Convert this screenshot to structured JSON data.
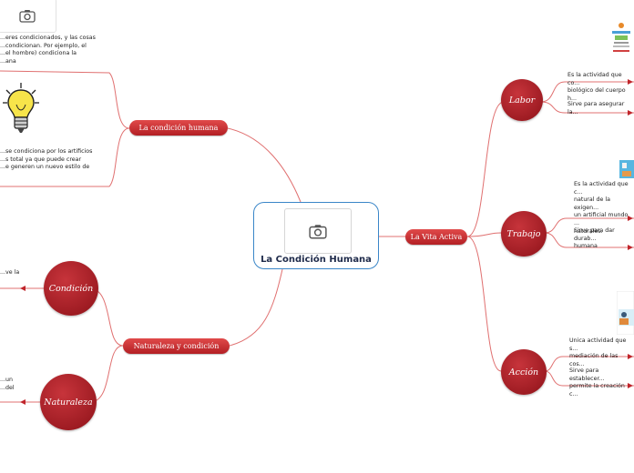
{
  "central": {
    "title": "La Condición Humana",
    "icon": "camera-icon"
  },
  "left_top": {
    "label": "La condición humana",
    "note1": "...eres condicionados, y las cosas\n...condicionan. Por ejemplo, el\n...el hombre) condiciona la\n...ana",
    "note2": "...se condiciona por los artificios\n...s total ya que puede crear\n...e generen un nuevo estilo de",
    "bulb_icon": "lightbulb-icon"
  },
  "left_bottom": {
    "label": "Naturaleza y condición",
    "condicion": "Condición",
    "naturaleza": "Naturaleza",
    "condicion_note": "...ve la",
    "naturaleza_note": "...un\n...del"
  },
  "right": {
    "label": "La Vita Activa",
    "labor": {
      "label": "Labor",
      "def": "Es la actividad que co...\nbiológico del cuerpo h...",
      "purpose": "Sirve para asegurar la..."
    },
    "trabajo": {
      "label": "Trabajo",
      "def": "Es la actividad que c...\nnatural de la exigen...\nun artificial mundo ...\nnaturales.",
      "purpose": "Sirve para dar durab...\nhumana"
    },
    "accion": {
      "label": "Acción",
      "def": "Unica actividad que s...\nmediación de las cos...",
      "purpose": "Sirve para establecer...\npermite la creación c..."
    }
  },
  "colors": {
    "line": "#e05a5a",
    "accent": "#c0252b",
    "central_border": "#3a86c8"
  }
}
